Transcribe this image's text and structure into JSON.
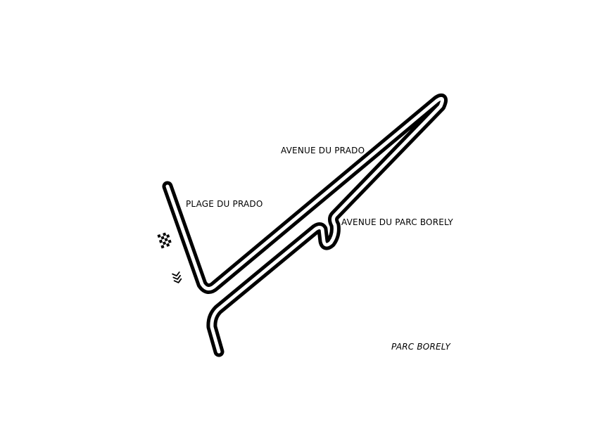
{
  "labels": {
    "avenue_du_prado": "AVENUE DU PRADO",
    "plage_du_prado": "PLAGE DU PRADO",
    "avenue_du_parc_borely": "AVENUE DU PARC BORELY",
    "parc_borely": "PARC BORELY"
  },
  "icons": {
    "start_finish": "checkered-flag-icon",
    "direction": "direction-chevrons-icon"
  },
  "colors": {
    "track": "#000000",
    "background": "#ffffff",
    "text": "#000000"
  }
}
